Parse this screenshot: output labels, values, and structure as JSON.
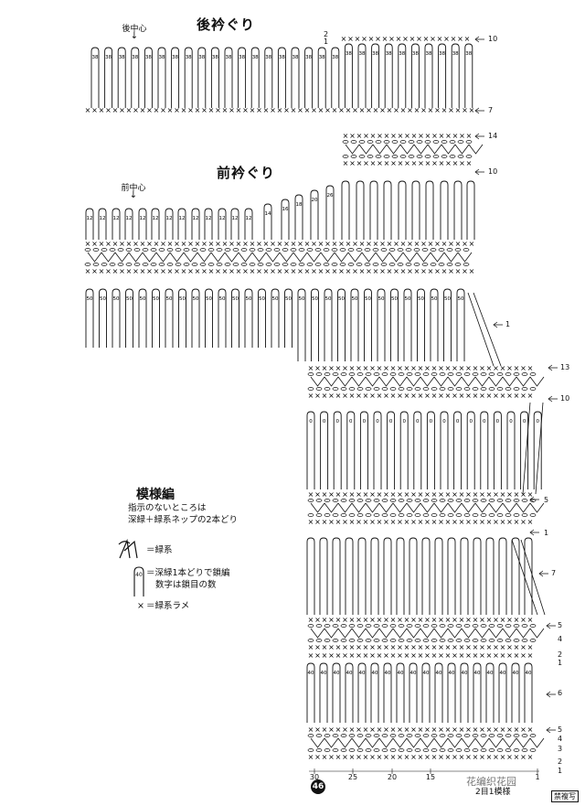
{
  "titles": {
    "back_neck": "後衿ぐり",
    "front_neck": "前衿ぐり"
  },
  "center_marks": {
    "back_center": "後中心",
    "front_center": "前中心"
  },
  "row_markers": {
    "back": [
      "2",
      "1",
      "10",
      "7"
    ],
    "front_top": [
      "14",
      "10"
    ],
    "right_mid": [
      "1",
      "13",
      "10",
      "5",
      "1",
      "7",
      "5",
      "4",
      "2",
      "1",
      "6",
      "5",
      "4",
      "3",
      "2",
      "1"
    ]
  },
  "x_axis_numbers": [
    "30",
    "25",
    "20",
    "15",
    "1"
  ],
  "bottom_caption": "2目1模様",
  "page_number": "46",
  "corner_tag": "禁複写",
  "watermark": "花编织花园",
  "legend": {
    "title": "模様編",
    "note_line1": "指示のないところは",
    "note_line2": "深緑＋緑系ネップの2本どり",
    "item1": "＝緑系",
    "item2a": "＝深緑1本どりで鎖編",
    "item2b": "数字は鎖目の数",
    "item3_symbol": "×",
    "item3": "＝緑系ラメ",
    "sample_number": "40"
  },
  "loop_counts": {
    "back": "38",
    "front_short": "12",
    "front_mid": [
      "14",
      "16",
      "18",
      "20",
      "26"
    ],
    "front_long": "50",
    "panel": "0",
    "panel_low": "40"
  }
}
